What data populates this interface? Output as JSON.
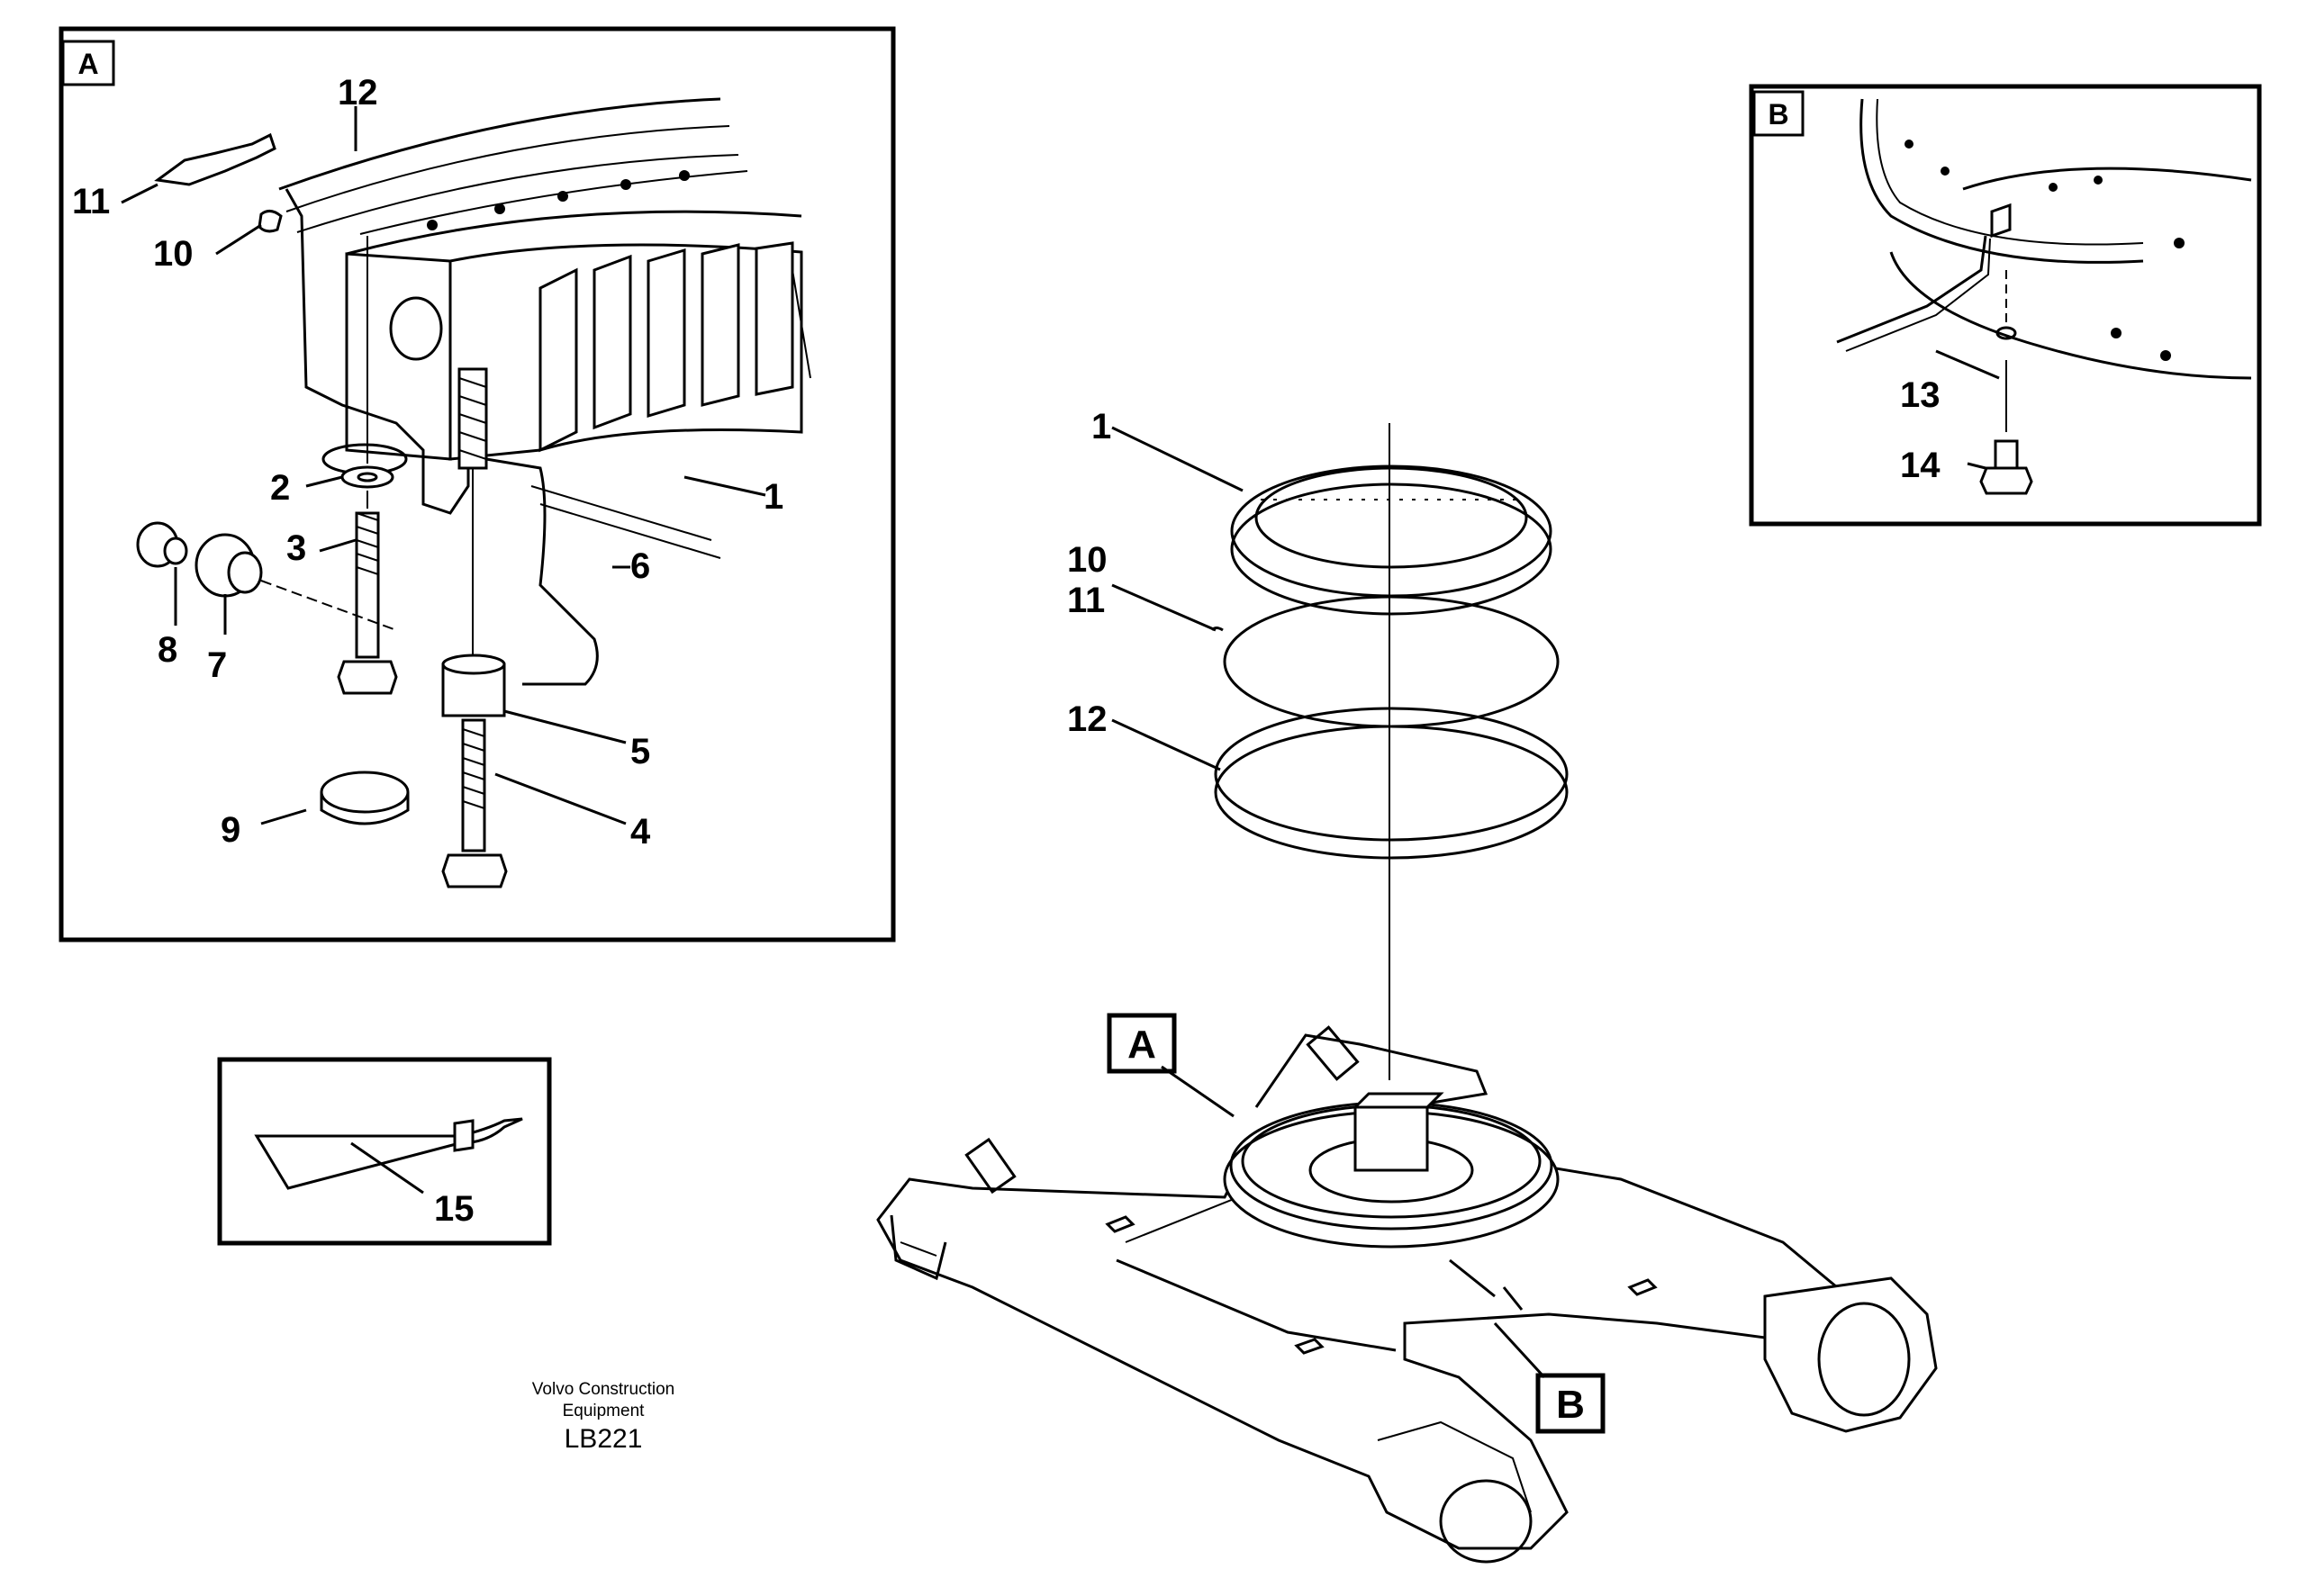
{
  "detail_a": {
    "tag": "A",
    "callouts": {
      "c12": "12",
      "c11": "11",
      "c10": "10",
      "c1": "1",
      "c2": "2",
      "c3": "3",
      "c6": "6",
      "c8": "8",
      "c7": "7",
      "c5": "5",
      "c9": "9",
      "c4": "4"
    }
  },
  "detail_b": {
    "tag": "B",
    "callouts": {
      "c13": "13",
      "c14": "14"
    }
  },
  "sealant_box": {
    "callout": "15"
  },
  "exploded": {
    "callouts": {
      "c1": "1",
      "c10": "10",
      "c11": "11",
      "c12": "12"
    },
    "ref_a": "A",
    "ref_b": "B"
  },
  "caption": {
    "line1": "Volvo Construction",
    "line2": "Equipment",
    "code": "LB221"
  }
}
